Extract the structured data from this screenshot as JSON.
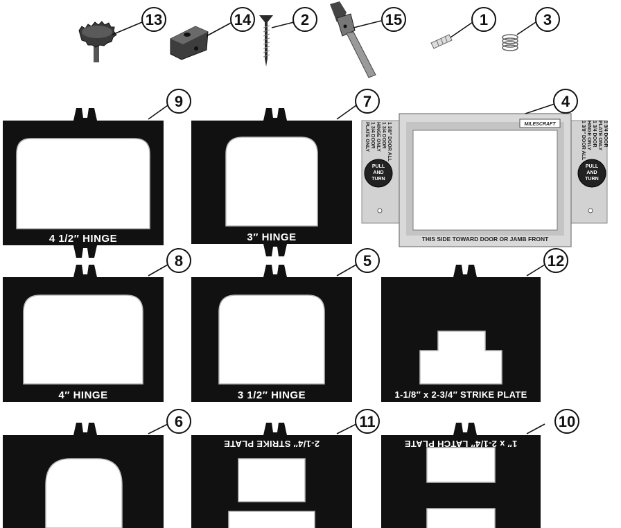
{
  "parts": {
    "p1": "1",
    "p2": "2",
    "p3": "3",
    "p4": "4",
    "p5": "5",
    "p6": "6",
    "p7": "7",
    "p8": "8",
    "p9": "9",
    "p10": "10",
    "p11": "11",
    "p12": "12",
    "p13": "13",
    "p14": "14",
    "p15": "15"
  },
  "templates": {
    "t9": "4 1/2″ HINGE",
    "t7": "3″ HINGE",
    "t8": "4″ HINGE",
    "t5": "3 1/2″ HINGE",
    "t12": "1-1/8″ x 2-3/4″ STRIKE PLATE",
    "t11": "2-1/4″ STRIKE PLATE",
    "t10": "1″ x 2-1/4″ LATCH PLATE"
  },
  "frame": {
    "brand": "MILESCRAFT",
    "bottom": "THIS SIDE TOWARD DOOR OR JAMB FRONT",
    "left_lines": [
      "1 3/8″ DOOR ALL",
      "1 3/4 DOOR",
      "HINGE ONLY",
      "1 3/4 DOOR",
      "PLATE ONLY"
    ],
    "right_lines": [
      "1 3/4 DOOR",
      "PLATE ONLY",
      "1 3/4 DOOR",
      "HINGE ONLY",
      "1 3/8″ DOOR ALL"
    ],
    "knob_left": [
      "PULL",
      "AND",
      "TURN"
    ],
    "knob_right": [
      "PULL",
      "AND",
      "TURN"
    ]
  }
}
